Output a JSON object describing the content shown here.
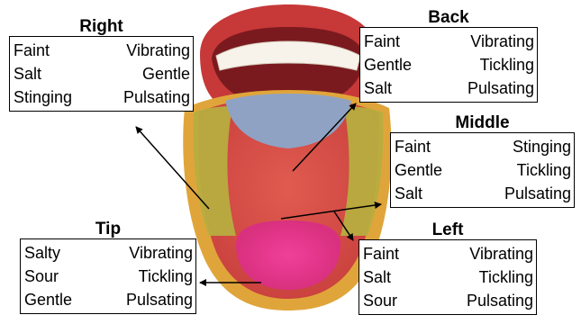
{
  "regions": {
    "right": {
      "title": "Right",
      "rows": [
        [
          "Faint",
          "Vibrating"
        ],
        [
          "Salt",
          "Gentle"
        ],
        [
          "Stinging",
          "Pulsating"
        ]
      ]
    },
    "back": {
      "title": "Back",
      "rows": [
        [
          "Faint",
          "Vibrating"
        ],
        [
          "Gentle",
          "Tickling"
        ],
        [
          "Salt",
          "Pulsating"
        ]
      ]
    },
    "middle": {
      "title": "Middle",
      "rows": [
        [
          "Faint",
          "Stinging"
        ],
        [
          "Gentle",
          "Tickling"
        ],
        [
          "Salt",
          "Pulsating"
        ]
      ]
    },
    "tip": {
      "title": "Tip",
      "rows": [
        [
          "Salty",
          "Vibrating"
        ],
        [
          "Sour",
          "Tickling"
        ],
        [
          "Gentle",
          "Pulsating"
        ]
      ]
    },
    "left": {
      "title": "Left",
      "rows": [
        [
          "Faint",
          "Vibrating"
        ],
        [
          "Salt",
          "Tickling"
        ],
        [
          "Sour",
          "Pulsating"
        ]
      ]
    }
  },
  "colors": {
    "lip": "#cc3b3b",
    "tongue_body": "#d9524a",
    "back_zone": "#8fa2c4",
    "side_zones": "#b7ad3f",
    "tip_zone": "#e8358f",
    "tongue_edge": "#e0a53a"
  }
}
